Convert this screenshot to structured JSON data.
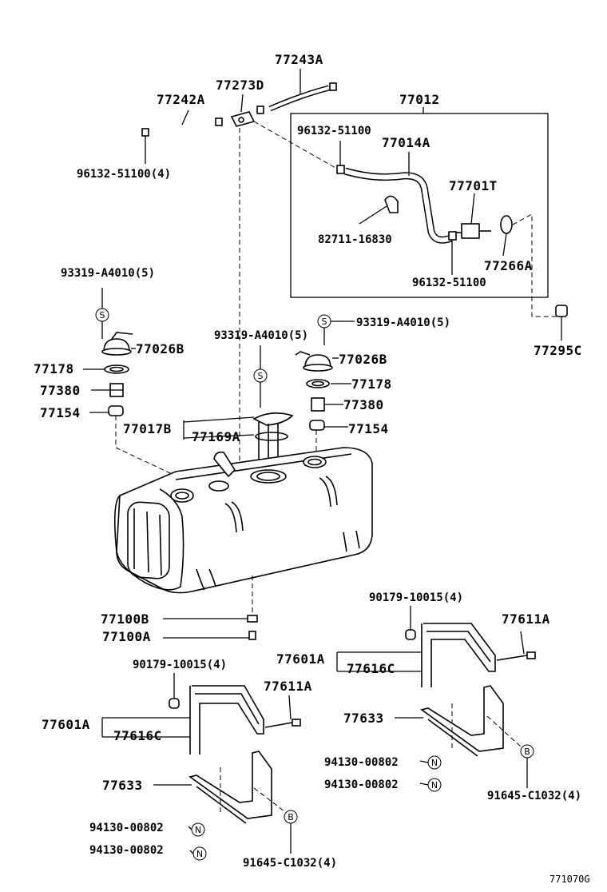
{
  "diagram_id": "771070G",
  "symbols": {
    "screw": "S",
    "bolt": "B",
    "nut": "N"
  },
  "labels": {
    "p77243A": "77243A",
    "p77273D": "77273D",
    "p77242A": "77242A",
    "p77012": "77012",
    "p96132_51100_top": "96132-51100",
    "p77014A": "77014A",
    "p96132_51100_4": "96132-51100(4)",
    "p77701T": "77701T",
    "p82711_16830": "82711-16830",
    "p77266A": "77266A",
    "p96132_51100_bot": "96132-51100",
    "p93319_A4010_5_left": "93319-A4010(5)",
    "p77026B_left": "77026B",
    "p77178_left": "77178",
    "p77380_left": "77380",
    "p77154_left": "77154",
    "p93319_A4010_5_mid": "93319-A4010(5)",
    "p93319_A4010_5_right": "93319-A4010(5)",
    "p77295C": "77295C",
    "p77026B_right": "77026B",
    "p77178_right": "77178",
    "p77380_right": "77380",
    "p77154_right": "77154",
    "p77017B": "77017B",
    "p77169A": "77169A",
    "p77100B": "77100B",
    "p77100A": "77100A",
    "p90179_10015_4_right": "90179-10015(4)",
    "p77611A_right": "77611A",
    "p77601A_right": "77601A",
    "p77616C_right": "77616C",
    "p90179_10015_4_left": "90179-10015(4)",
    "p77611A_left": "77611A",
    "p77633_right": "77633",
    "p77601A_left": "77601A",
    "p77616C_left": "77616C",
    "p94130_00802_r1": "94130-00802",
    "p94130_00802_r2": "94130-00802",
    "p91645_C1032_4_right": "91645-C1032(4)",
    "p77633_left": "77633",
    "p94130_00802_l1": "94130-00802",
    "p94130_00802_l2": "94130-00802",
    "p91645_C1032_4_left": "91645-C1032(4)"
  }
}
